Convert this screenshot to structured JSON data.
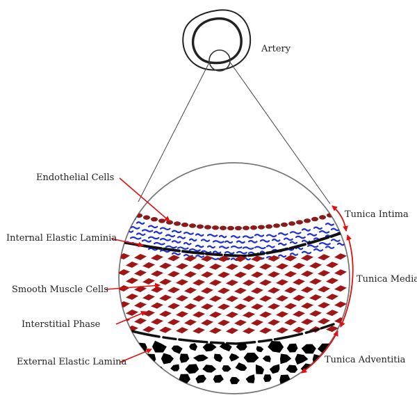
{
  "labels": {
    "artery": "Artery",
    "endothelial_cells": "Endothelial Cells",
    "internal_elastic_lamina": "Internal Elastic Laminia",
    "smooth_muscle_cells": "Smooth Muscle Cells",
    "interstitial_phase": "Interstitial Phase",
    "external_elastic_lamina": "External Elastic Lamina",
    "tunica_intima": "Tunica Intima",
    "tunica_media": "Tunica Media",
    "tunica_adventitia": "Tunica Adventitia"
  },
  "colors": {
    "endothelial": "#8b1a1a",
    "elastic_fibers": "#1f2fd6",
    "smooth_muscle": "#a01515",
    "lamina": "#111111",
    "adventitia": "#000000",
    "pointer_arrows": "#e01010",
    "outline": "#555555"
  }
}
